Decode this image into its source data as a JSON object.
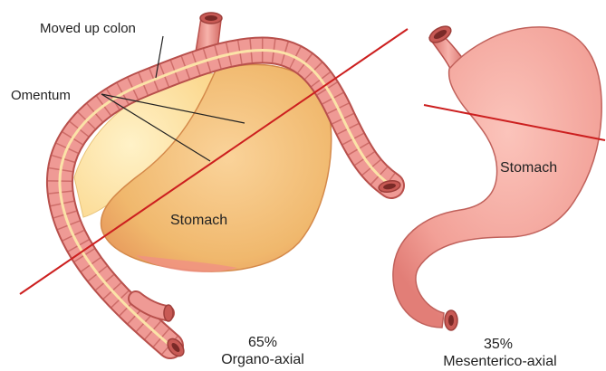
{
  "left_figure": {
    "colon_label": "Moved up colon",
    "omentum_label": "Omentum",
    "stomach_label": "Stomach",
    "percentage": "65%",
    "type_label": "Organo-axial"
  },
  "right_figure": {
    "stomach_label": "Stomach",
    "percentage": "35%",
    "type_label": "Mesenterico-axial"
  },
  "colors": {
    "colon_fill": "#ef9a95",
    "colon_outline": "#b8504c",
    "stomach_left_fill": "#f2c07a",
    "omentum_fill": "#fde2a4",
    "stomach_right_fill": "#f3a49c",
    "axis_line": "#cc1f1f"
  }
}
